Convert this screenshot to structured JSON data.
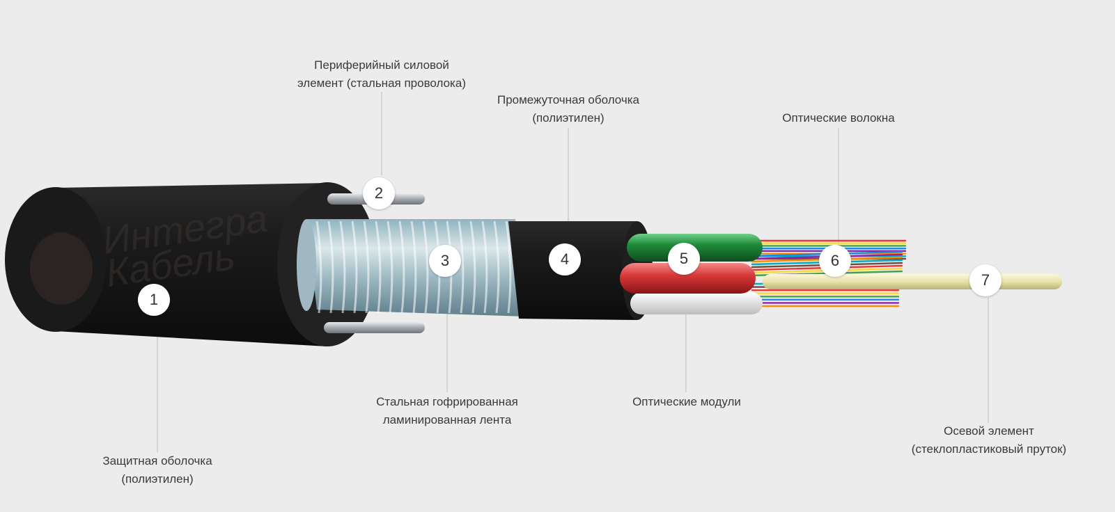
{
  "logo": {
    "brand_line1": "Интегра",
    "brand_line2": "Кабель"
  },
  "labels": {
    "l1": {
      "line1": "Защитная оболочка",
      "line2": "(полиэтилен)"
    },
    "l2": {
      "line1": "Периферийный силовой",
      "line2": "элемент (стальная проволока)"
    },
    "l3": {
      "line1": "Стальная гофрированная",
      "line2": "ламинированная лента"
    },
    "l4": {
      "line1": "Промежуточная оболочка",
      "line2": "(полиэтилен)"
    },
    "l5": {
      "line1": "Оптические модули"
    },
    "l6": {
      "line1": "Оптические волокна"
    },
    "l7": {
      "line1": "Осевой элемент",
      "line2": "(стеклопластиковый пруток)"
    }
  },
  "badges": {
    "b1": "1",
    "b2": "2",
    "b3": "3",
    "b4": "4",
    "b5": "5",
    "b6": "6",
    "b7": "7"
  },
  "colors": {
    "background": "#ececec",
    "outer_sheath": "#161616",
    "steel_wire": "#b8bcc0",
    "steel_tape": "#a9c2cc",
    "inner_sheath": "#121212",
    "module_green": "#1f8a3a",
    "module_red": "#d93a3a",
    "module_white": "#e8e8e8",
    "central_member": "#efeab8"
  },
  "fiber_colors": [
    "#e53935",
    "#fdd835",
    "#43a047",
    "#1e88e5",
    "#8e24aa",
    "#fb8c00",
    "#00acc1",
    "#6d4c41"
  ]
}
